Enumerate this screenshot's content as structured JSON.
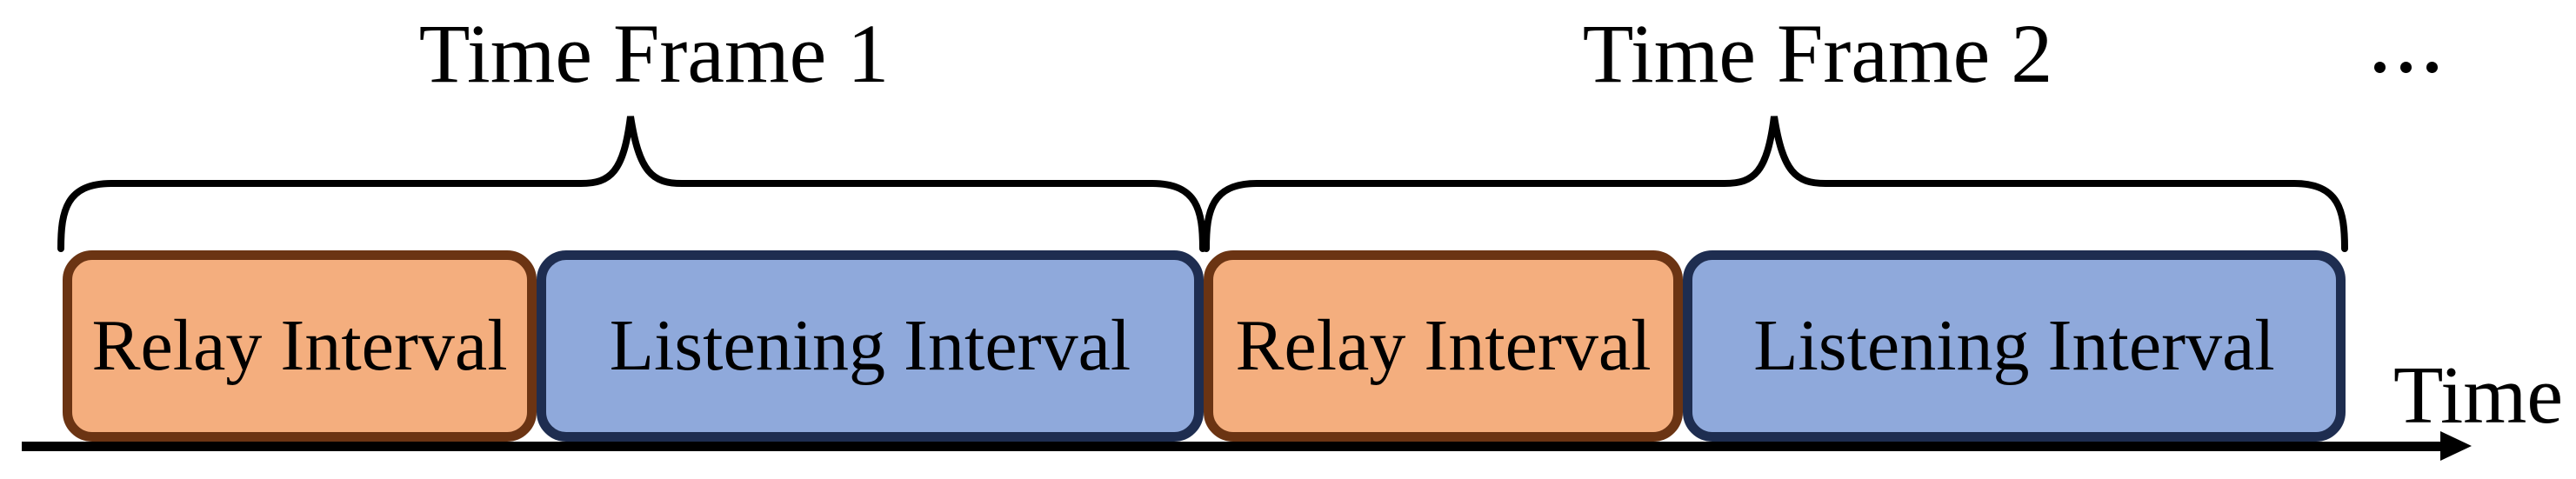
{
  "diagram": {
    "frames": [
      {
        "label": "Time Frame 1",
        "intervals": [
          {
            "label": "Relay Interval",
            "type": "relay"
          },
          {
            "label": "Listening Interval",
            "type": "listening"
          }
        ]
      },
      {
        "label": "Time Frame 2",
        "intervals": [
          {
            "label": "Relay Interval",
            "type": "relay"
          },
          {
            "label": "Listening Interval",
            "type": "listening"
          }
        ]
      }
    ],
    "ellipsis": "...",
    "axis_label": "Time",
    "colors": {
      "relay_fill": "#F4AE7E",
      "relay_border": "#6B3413",
      "listening_fill": "#8FA9DB",
      "listening_border": "#1E2D50",
      "brace_stroke": "#000000",
      "axis_color": "#000000"
    }
  }
}
